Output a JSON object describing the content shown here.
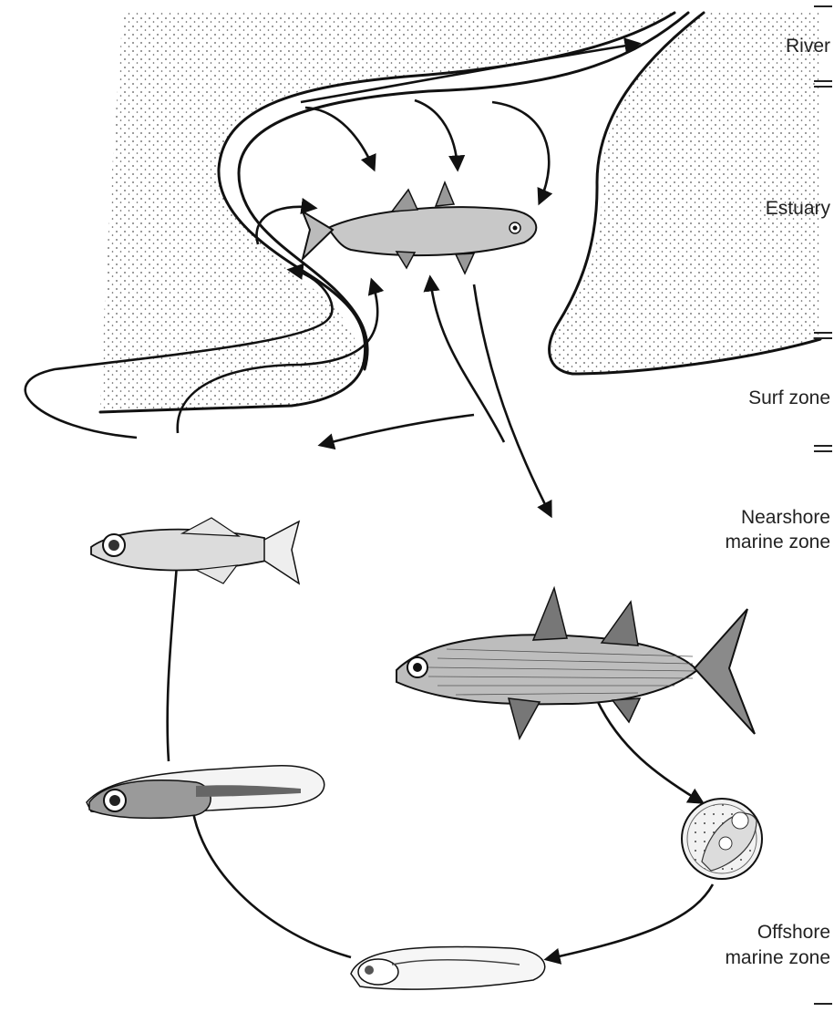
{
  "zones": {
    "river": "River",
    "estuary": "Estuary",
    "surf": "Surf zone",
    "nearshore_line1": "Nearshore",
    "nearshore_line2": "marine zone",
    "offshore_line1": "Offshore",
    "offshore_line2": "marine zone"
  },
  "colors": {
    "ink": "#111111",
    "stipple": "#555555",
    "fish_body": "#c8c8c8",
    "fish_dark": "#555555",
    "larva_fill": "#f4f4f4"
  },
  "icons": {
    "juvenile_fish": "mullet-juvenile-fish",
    "adult_fish": "mullet-adult-fish",
    "early_juvenile": "early-juvenile-fish",
    "postlarva": "postlarva-fish",
    "yolk_larva": "yolk-sac-larva",
    "egg": "fish-egg"
  }
}
